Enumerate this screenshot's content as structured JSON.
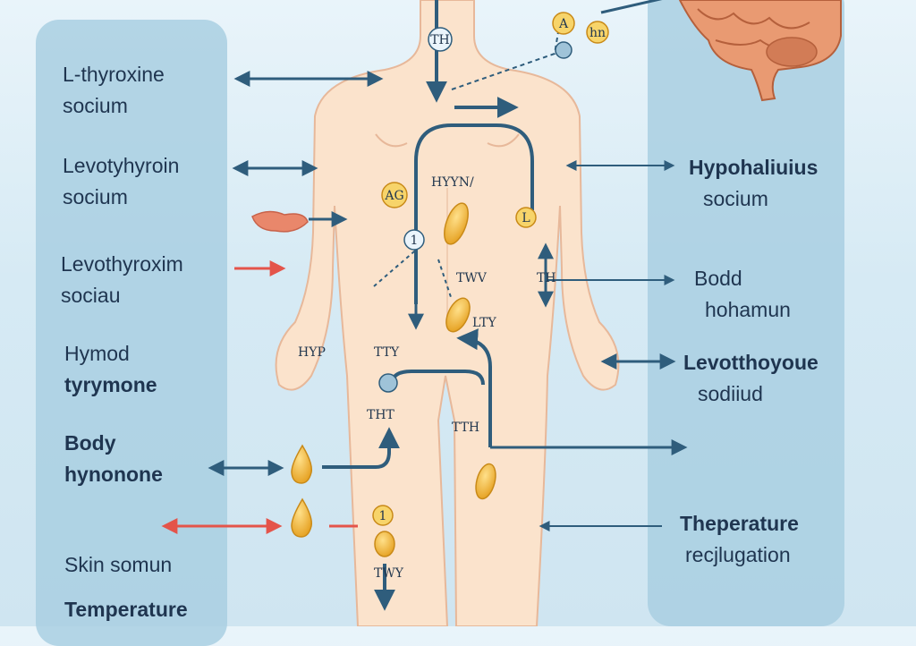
{
  "left_labels": [
    {
      "line1": "L-thyroxine",
      "line2": "socium"
    },
    {
      "line1": "Levotyhyroin",
      "line2": "socium"
    },
    {
      "line1": "Levothyroxim",
      "line2": "sociau"
    },
    {
      "line1": "Hymod",
      "line2": "tyrymone"
    },
    {
      "line1": "Body",
      "line2": "hynonone"
    },
    {
      "line1": "Skin somun",
      "line2": ""
    },
    {
      "line1": "Temperature",
      "line2": ""
    }
  ],
  "right_labels": [
    {
      "line1": "Hypohaliuius",
      "line2": "socium"
    },
    {
      "line1": "Bodd",
      "line2": "hohamun"
    },
    {
      "line1": "Levotthoyoue",
      "line2": "sodiiud"
    },
    {
      "line1": "Theperature",
      "line2": "recjlugation"
    }
  ],
  "body_marks": {
    "throat": "TH",
    "chest": "HYYN/",
    "liver": "TWV",
    "gut": "LTY",
    "hip_left": "TTY",
    "hip_right": "THT",
    "thigh_right": "TTH",
    "hand_left": "HYP",
    "arm_right": "TH",
    "knee": "TWY",
    "badge_left": "AG",
    "badge_arm": "L",
    "badge_knee": "1",
    "badge_center": "1",
    "badge_brain_a": "A",
    "badge_brain_b": "hn"
  },
  "colors": {
    "body_skin": "#fbe3cc",
    "body_outline": "#e7b89a",
    "arrow_blue": "#2f5d7c",
    "arrow_red": "#e4544a",
    "gland": "#f0b232",
    "panel": "#a9cfe2"
  }
}
